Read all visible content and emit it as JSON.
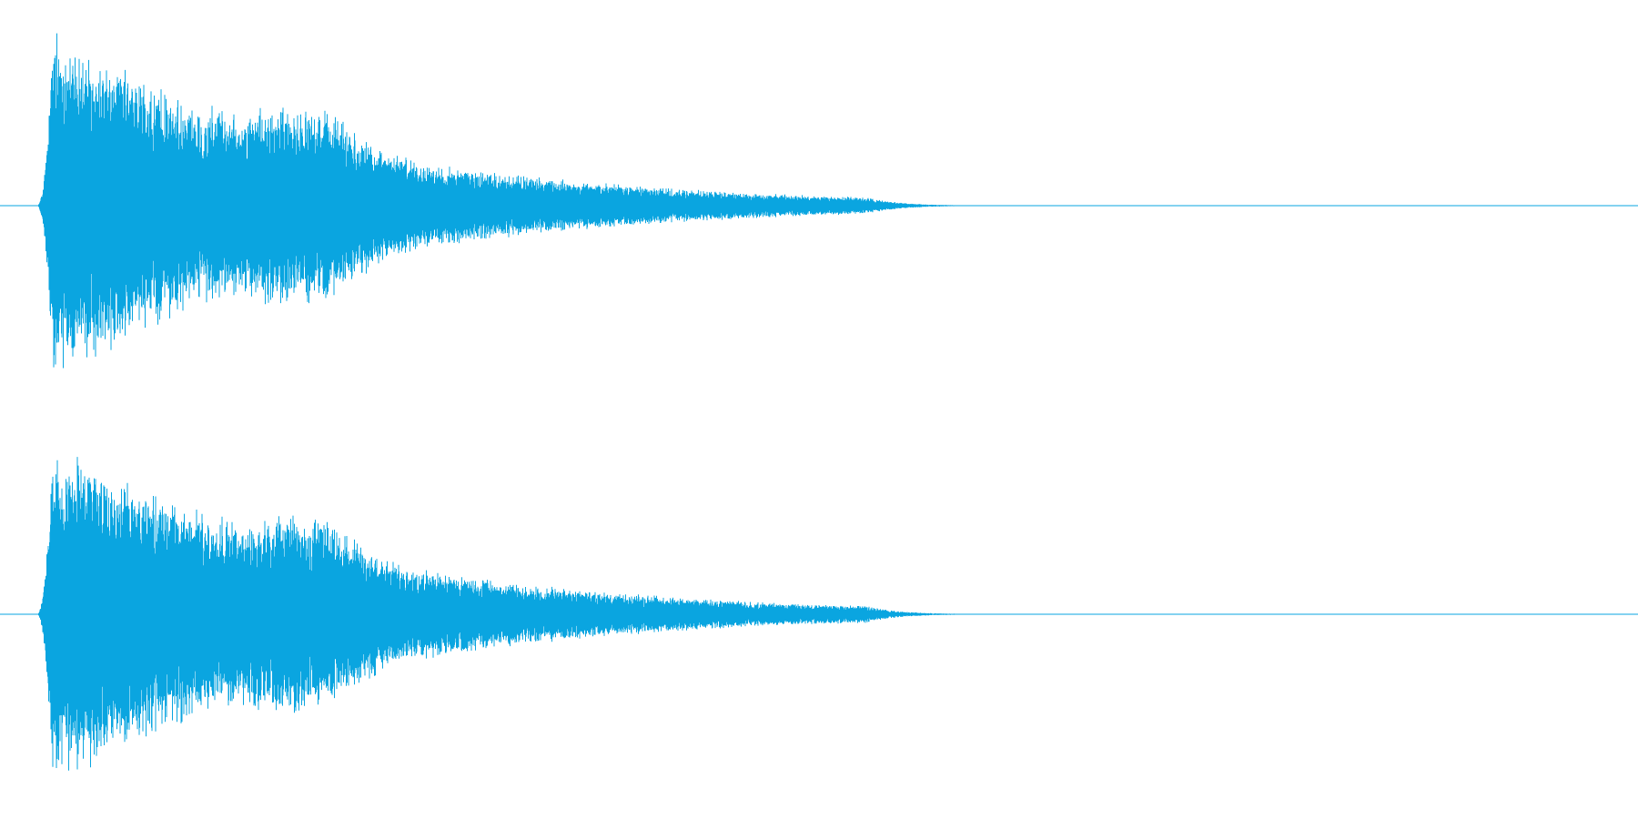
{
  "waveform": {
    "color": "#0aa5e0",
    "background": "#ffffff",
    "channels": [
      {
        "name": "",
        "role": "channel-1"
      },
      {
        "name": "",
        "role": "channel-2"
      }
    ],
    "amplitude": {
      "peak": 0.98,
      "onset_fraction": 0.025,
      "decay_end_fraction": 0.53,
      "secondary_burst_fraction": 0.19
    }
  }
}
